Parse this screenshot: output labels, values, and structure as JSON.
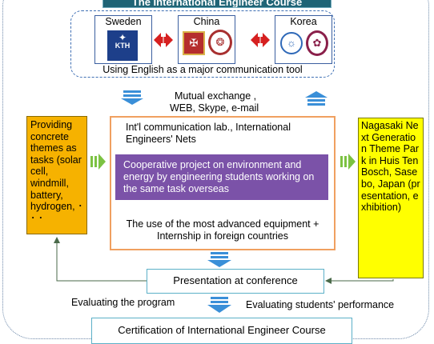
{
  "title": "The International Engineer Course",
  "countries": [
    {
      "name": "Sweden",
      "logo": "KTH"
    },
    {
      "name": "China"
    },
    {
      "name": "Korea"
    }
  ],
  "english_note": "Using English as a major communication tool",
  "mutual_exchange": {
    "line1": "Mutual  exchange ,",
    "line2": "WEB, Skype,  e-mail"
  },
  "left_box": "Providing concrete themes as tasks (solar cell, windmill, battery, hydrogen, ･ ･ ･",
  "right_box": "Nagasaki Next Generation Theme Park in Huis Ten Bosch, Sasebo, Japan (presentation, exhibition)",
  "intl_comm": "Int'l communication lab.,  International Engineers' Nets",
  "cooperative": "Cooperative project on environment and energy by engineering students working on the same task overseas",
  "advanced": "The use of the most advanced equipment + Internship in foreign countries",
  "presentation": "Presentation at conference",
  "evaluating_program": "Evaluating the program",
  "evaluating_students": "Evaluating students' performance",
  "certification": "Certification of International Engineer Course",
  "colors": {
    "title_bg": "#1f6476",
    "arrow_blue": "#3a8fd8",
    "arrow_red": "#d62020",
    "arrow_green": "#7cc242",
    "left_box": "#f6b200",
    "right_box": "#ffff00",
    "purple": "#7b52a8"
  }
}
